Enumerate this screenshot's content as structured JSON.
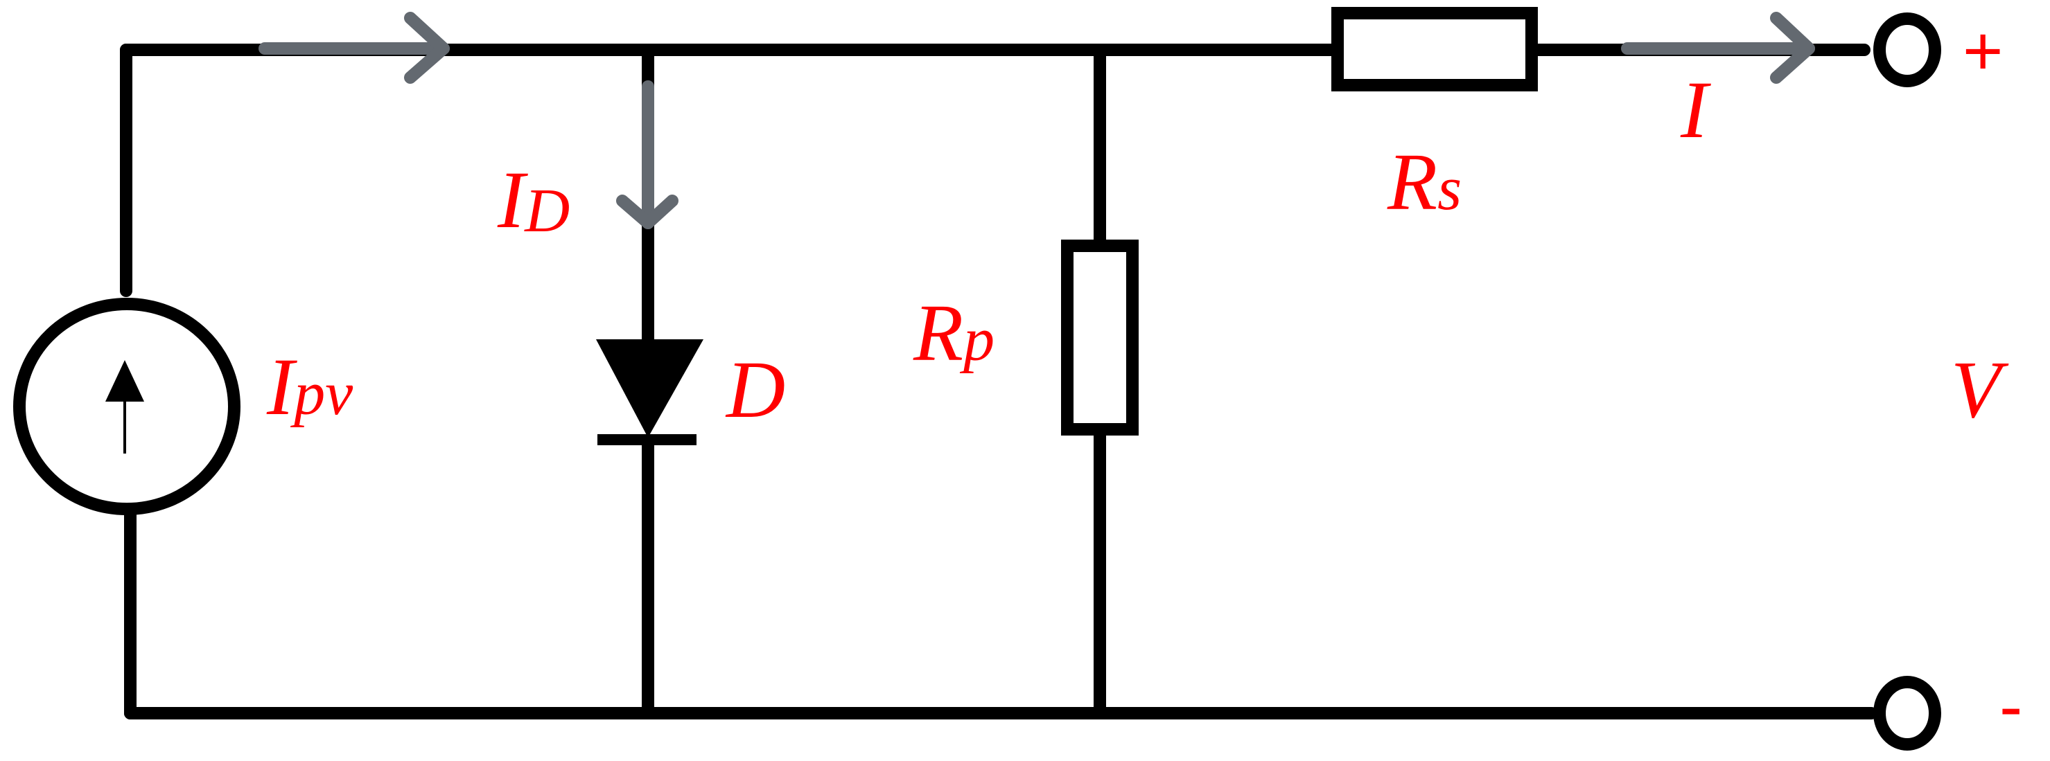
{
  "colors": {
    "wire": "#000000",
    "current_arrow": "#636970",
    "label": "#ff0000"
  },
  "labels": {
    "source_main": "I",
    "source_sub": "pv",
    "diode_current_main": "I",
    "diode_current_sub": "D",
    "diode": "D",
    "rp_main": "R",
    "rp_sub": "p",
    "rs_main": "R",
    "rs_sub": "s",
    "output_current": "I",
    "voltage": "V",
    "plus": "+",
    "minus": "-"
  },
  "icons": {
    "current_source": "current-source-icon",
    "diode": "diode-icon",
    "resistor_parallel": "resistor-icon",
    "resistor_series": "resistor-icon",
    "terminal": "terminal-icon",
    "arrow": "current-arrow-icon"
  }
}
